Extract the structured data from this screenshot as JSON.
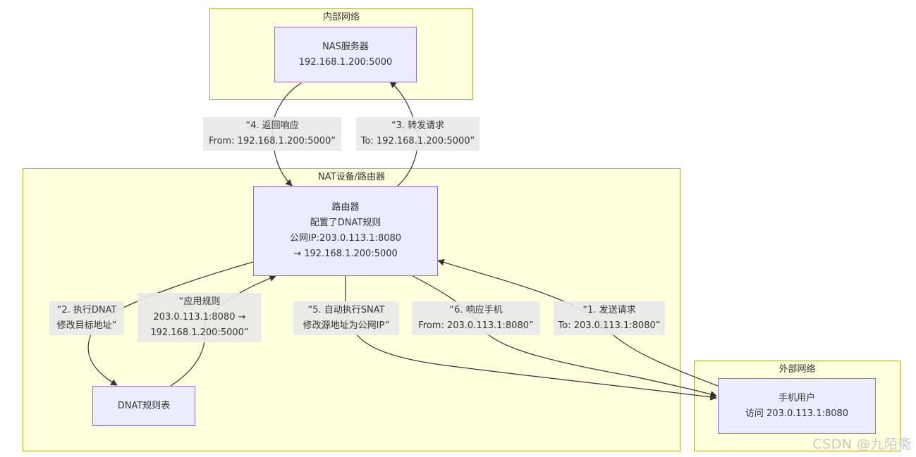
{
  "clusters": {
    "inner": {
      "title": "内部网络"
    },
    "nat": {
      "title": "NAT设备/路由器"
    },
    "outer": {
      "title": "外部网络"
    }
  },
  "nodes": {
    "nas": {
      "line1": "NAS服务器",
      "line2": "192.168.1.200:5000"
    },
    "router": {
      "line1": "路由器",
      "line2": "配置了DNAT规则",
      "line3": "公网IP:203.0.113.1:8080",
      "line4": "→ 192.168.1.200:5000"
    },
    "dnat_table": {
      "line1": "DNAT规则表"
    },
    "phone": {
      "line1": "手机用户",
      "line2": "访问 203.0.113.1:8080"
    }
  },
  "edges": {
    "e1": {
      "line1": "“1. 发送请求",
      "line2": "To: 203.0.113.1:8080”"
    },
    "e2": {
      "line1": "“2. 执行DNAT",
      "line2": "修改目标地址”"
    },
    "e_rule": {
      "line1": "“应用规则",
      "line2": "203.0.113.1:8080 →",
      "line3": "192.168.1.200:5000”"
    },
    "e3": {
      "line1": "“3. 转发请求",
      "line2": "To: 192.168.1.200:5000”"
    },
    "e4": {
      "line1": "“4. 返回响应",
      "line2": "From: 192.168.1.200:5000”"
    },
    "e5": {
      "line1": "“5. 自动执行SNAT",
      "line2": "修改源地址为公网IP”"
    },
    "e6": {
      "line1": "“6. 响应手机",
      "line2": "From: 203.0.113.1:8080”"
    }
  },
  "watermark": "CSDN @九陌斋",
  "colors": {
    "cluster_fill": "#ffffde",
    "cluster_border": "#aaaa33",
    "node_fill": "#ececff",
    "node_border": "#9370db",
    "edge": "#333333",
    "edge_label_bg": "#e8e8e8"
  }
}
